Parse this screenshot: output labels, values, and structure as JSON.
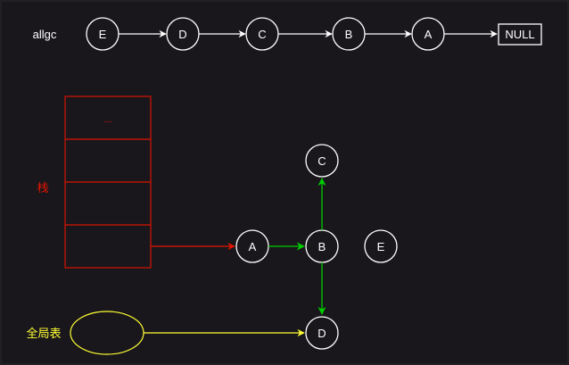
{
  "colors": {
    "background": "#19171c",
    "white": "#ffffff",
    "red": "#e51400",
    "green": "#00cc00",
    "yellow": "#ffff33"
  },
  "allgc": {
    "label": "allgc",
    "nodes": [
      "E",
      "D",
      "C",
      "B",
      "A"
    ],
    "terminator": "NULL"
  },
  "stack": {
    "label": "栈",
    "cells": [
      "...",
      "",
      "",
      ""
    ]
  },
  "global_table": {
    "label": "全局表"
  },
  "graph": {
    "nodes": {
      "a": "A",
      "b": "B",
      "c": "C",
      "d": "D",
      "e": "E"
    }
  }
}
